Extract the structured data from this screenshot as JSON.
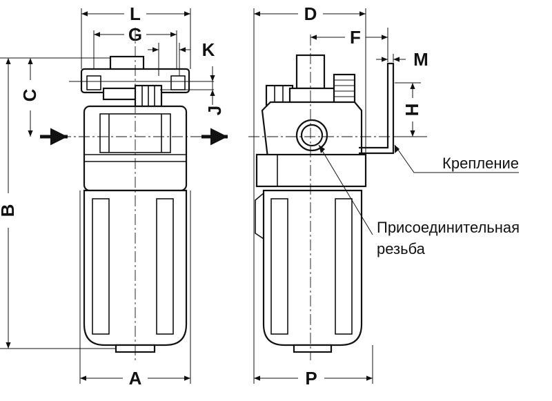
{
  "dimensions": {
    "A": "A",
    "B": "B",
    "C": "C",
    "D": "D",
    "F": "F",
    "G": "G",
    "H": "H",
    "J": "J",
    "K": "K",
    "L": "L",
    "M": "M",
    "P": "P"
  },
  "callouts": {
    "mount": "Крепление",
    "thread_line1": "Присоединительная",
    "thread_line2": "резьба"
  },
  "colors": {
    "line": "#111111",
    "background": "#ffffff"
  }
}
